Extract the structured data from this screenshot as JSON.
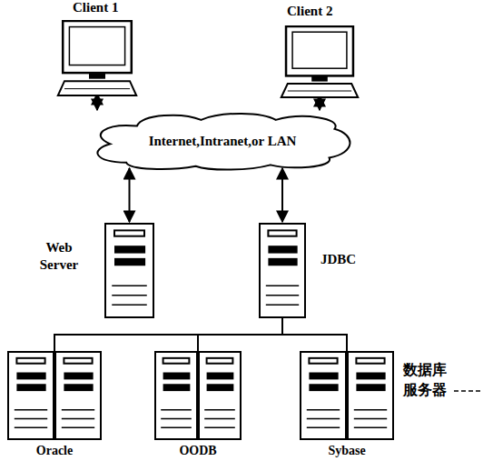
{
  "diagram": {
    "nodes": [
      {
        "text": [
          "Client 1"
        ]
      },
      {
        "text": [
          "Client 2"
        ]
      },
      {
        "text": [
          "Internet,Intranet,or LAN"
        ]
      },
      {
        "text": [
          "Web Server"
        ]
      },
      {
        "text": [
          "JDBC"
        ]
      },
      {
        "text": [
          "Oracle"
        ]
      },
      {
        "text": [
          "OODB"
        ]
      },
      {
        "text": [
          "Sybase"
        ]
      }
    ],
    "edges": [
      {
        "from": 0,
        "to": 2,
        "arrow": "both"
      },
      {
        "from": 1,
        "to": 2,
        "arrow": "both"
      },
      {
        "from": 2,
        "to": 3,
        "arrow": "both"
      },
      {
        "from": 2,
        "to": 4,
        "arrow": "both"
      },
      {
        "from": 4,
        "to": 5,
        "arrow": "none"
      },
      {
        "from": 4,
        "to": 6,
        "arrow": "none"
      },
      {
        "from": 4,
        "to": 7,
        "arrow": "none"
      }
    ],
    "labels": [
      "数据库服务器"
    ]
  }
}
